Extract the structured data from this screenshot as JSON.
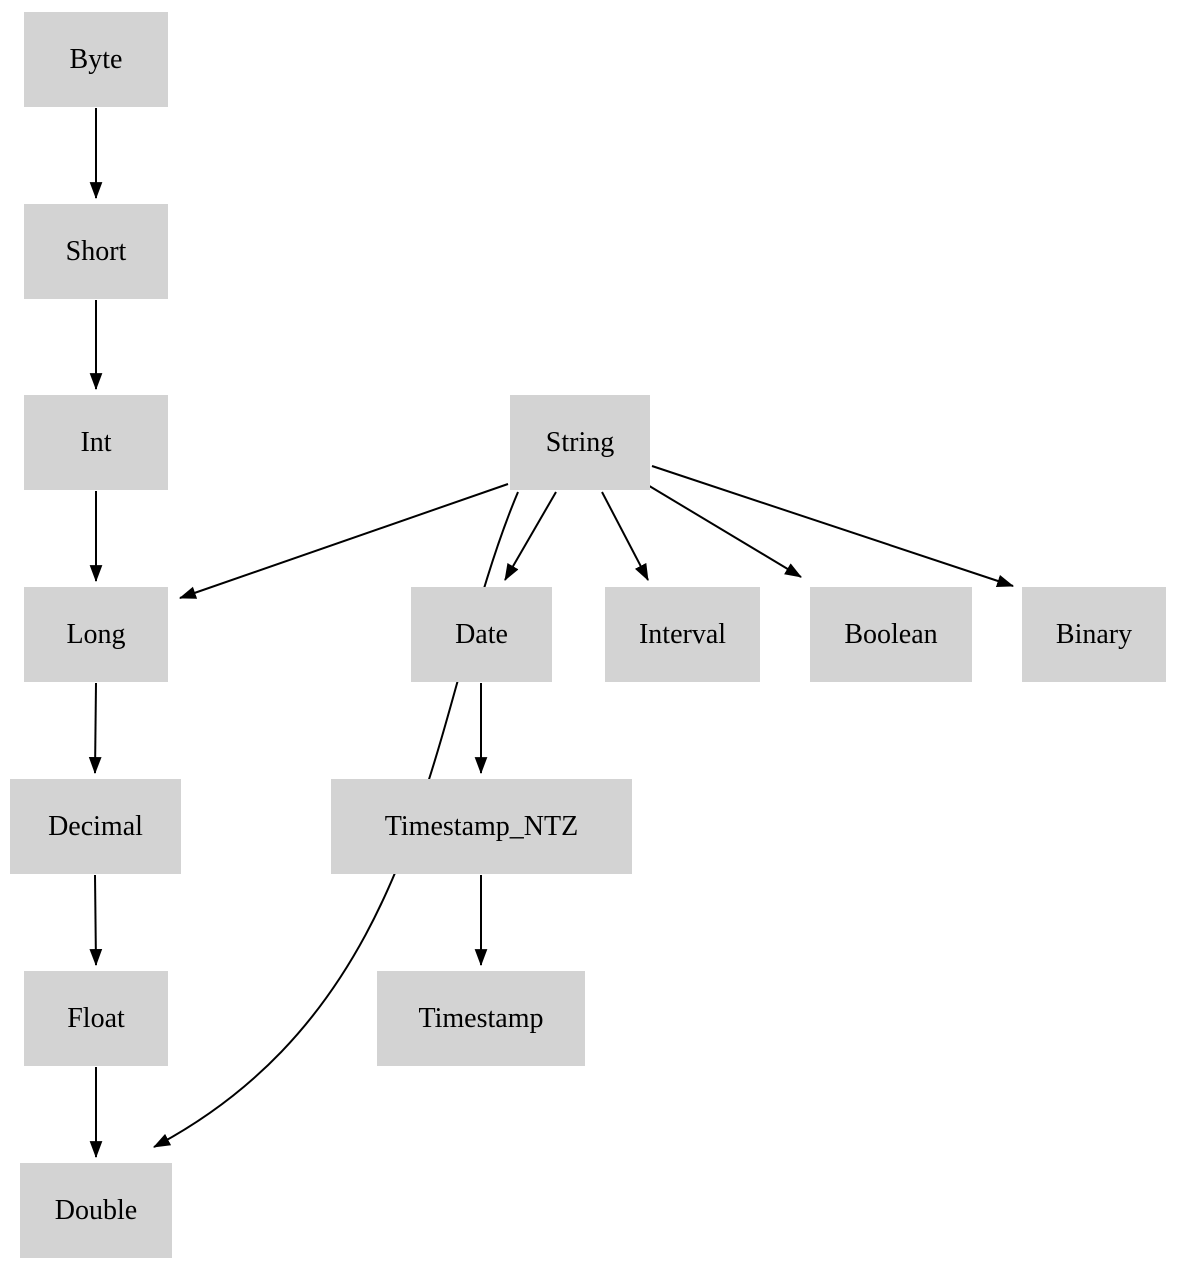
{
  "diagram": {
    "kind": "directed-graph",
    "nodes": {
      "byte": "Byte",
      "short": "Short",
      "int": "Int",
      "long": "Long",
      "decimal": "Decimal",
      "float": "Float",
      "double": "Double",
      "string": "String",
      "date": "Date",
      "interval": "Interval",
      "boolean": "Boolean",
      "binary": "Binary",
      "timestamp_ntz": "Timestamp_NTZ",
      "timestamp": "Timestamp"
    },
    "edges": [
      [
        "Byte",
        "Short"
      ],
      [
        "Short",
        "Int"
      ],
      [
        "Int",
        "Long"
      ],
      [
        "Long",
        "Decimal"
      ],
      [
        "Decimal",
        "Float"
      ],
      [
        "Float",
        "Double"
      ],
      [
        "String",
        "Long"
      ],
      [
        "String",
        "Double"
      ],
      [
        "String",
        "Date"
      ],
      [
        "String",
        "Interval"
      ],
      [
        "String",
        "Boolean"
      ],
      [
        "String",
        "Binary"
      ],
      [
        "Date",
        "Timestamp_NTZ"
      ],
      [
        "Timestamp_NTZ",
        "Timestamp"
      ]
    ],
    "colors": {
      "node_fill": "#d3d3d3",
      "edge": "#000000",
      "text": "#000000",
      "background": "#ffffff"
    }
  }
}
